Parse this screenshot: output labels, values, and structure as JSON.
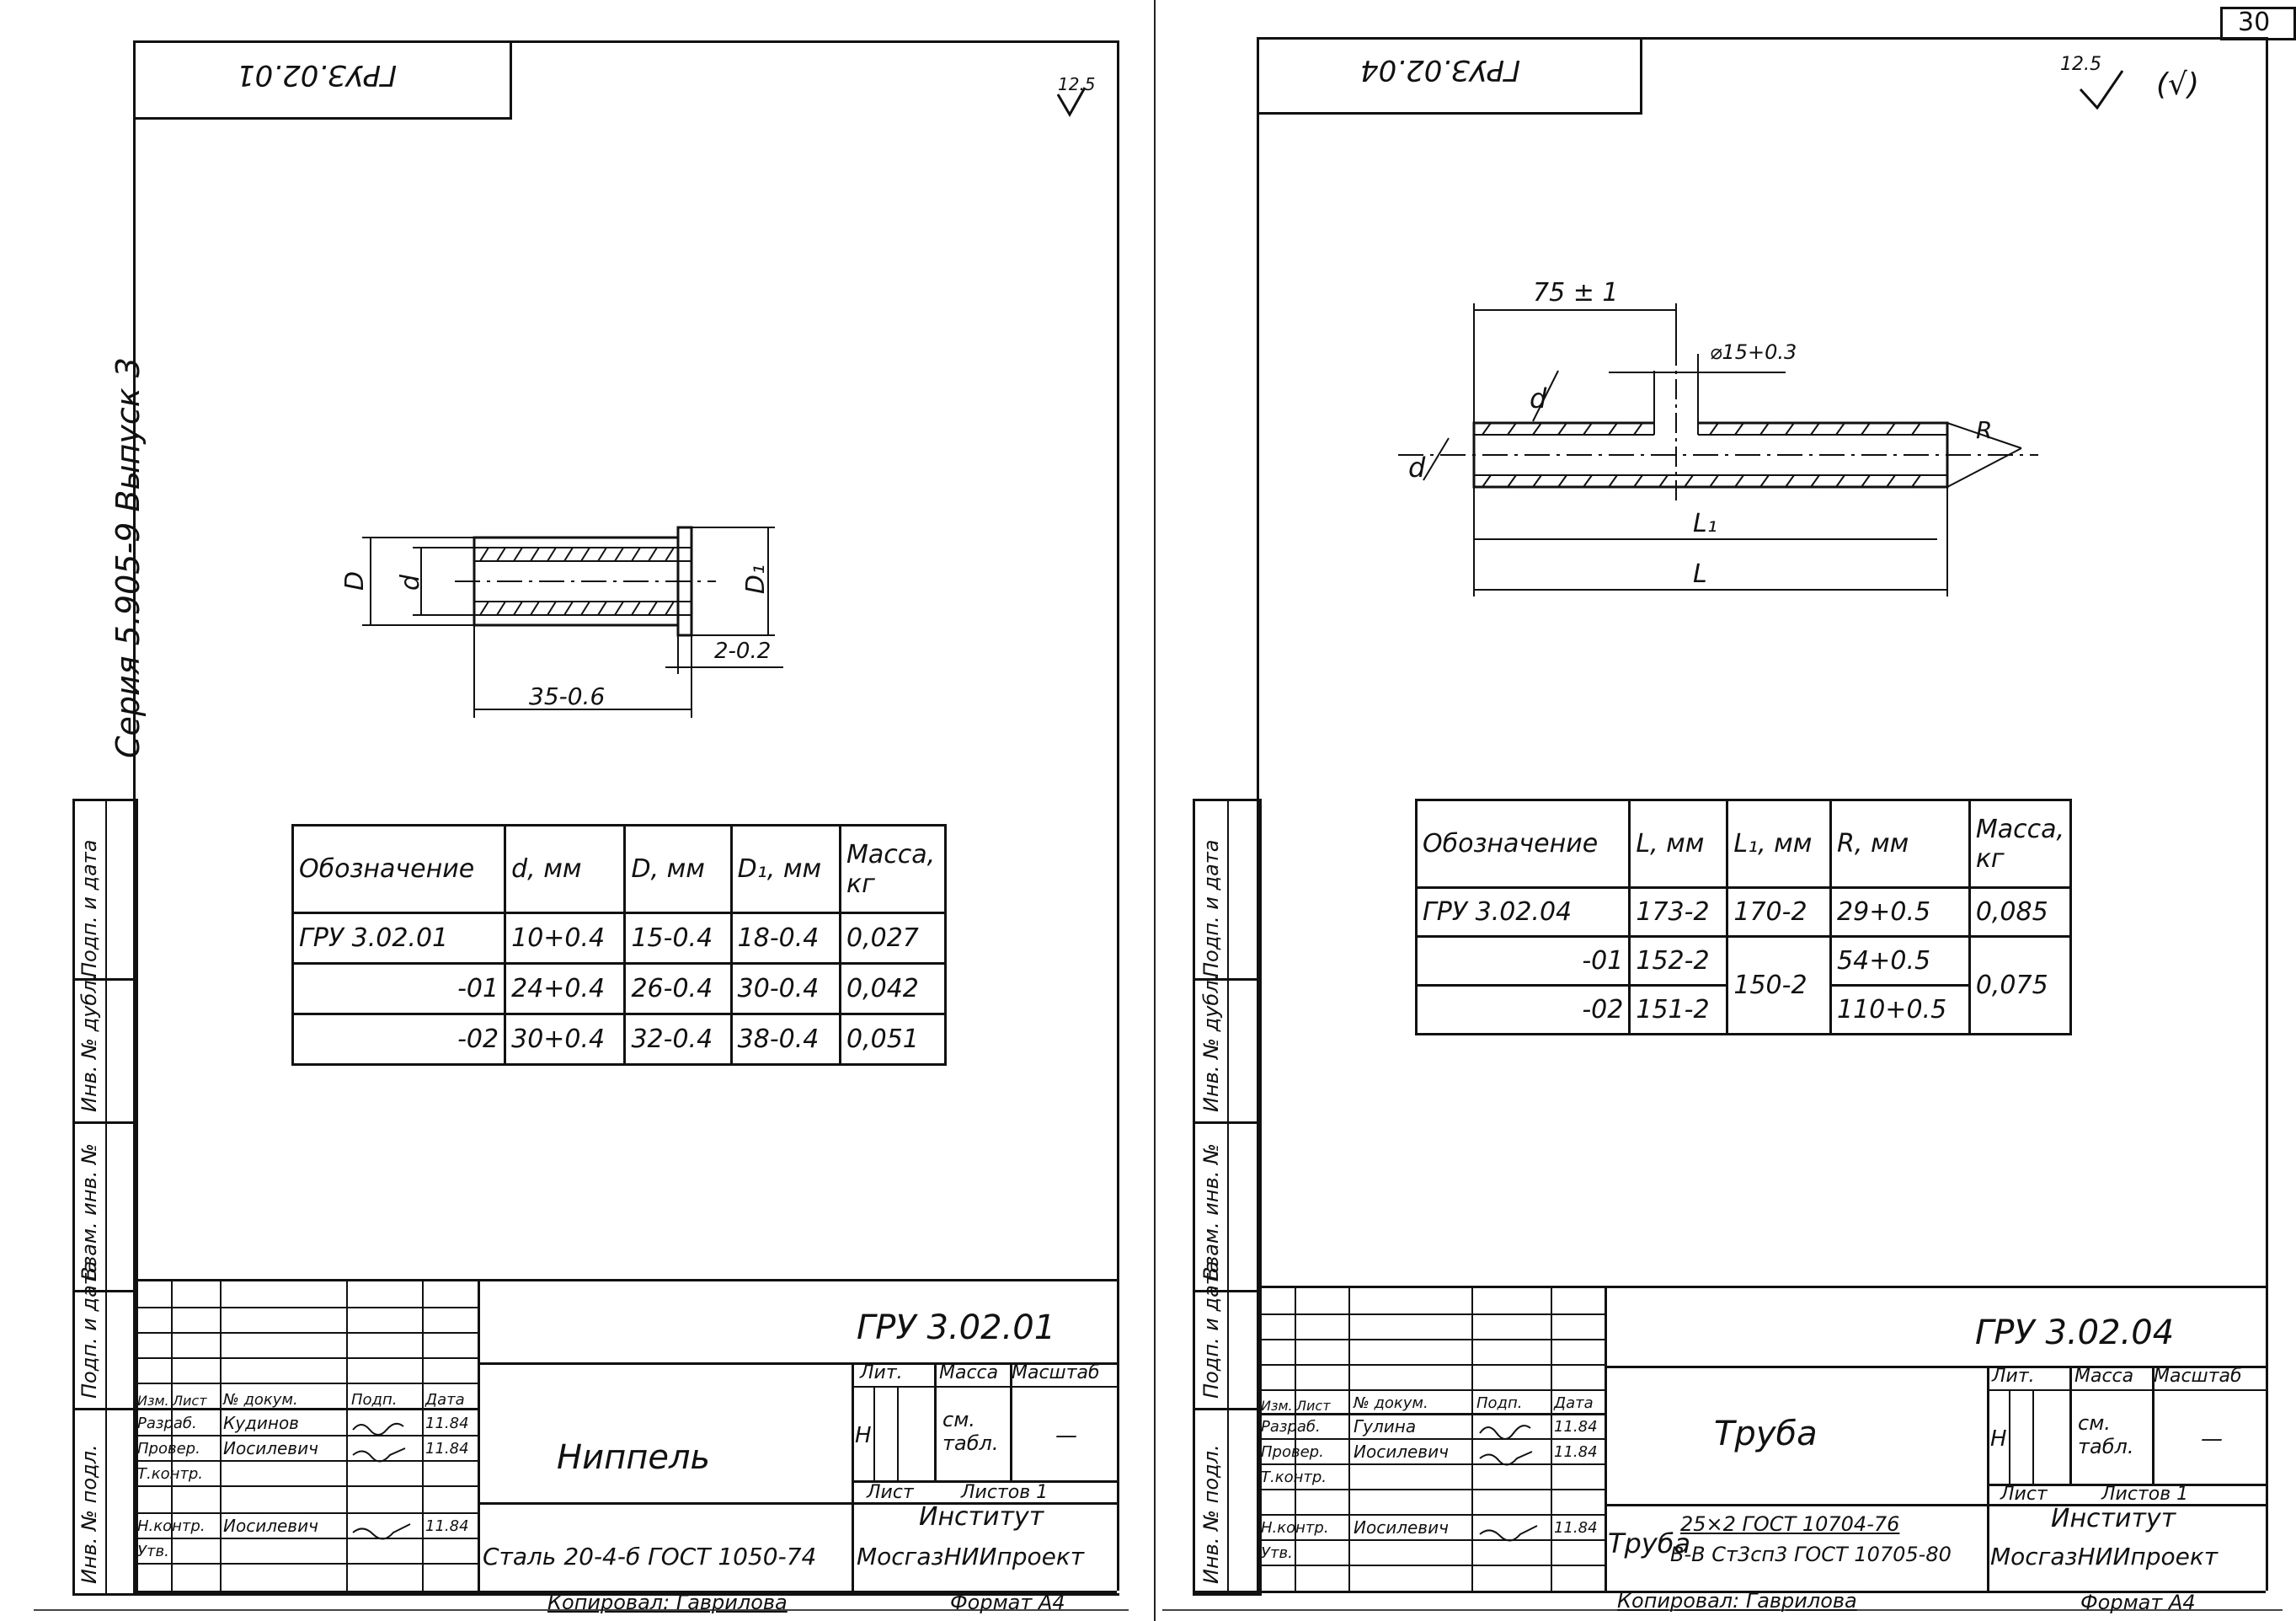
{
  "page_number": "30",
  "series_vertical": "Серия 5.905-9 Выпуск 3",
  "side_labels": [
    "Подп. и дата",
    "Инв. № дубл.",
    "Взам. инв. №",
    "Подп. и дата",
    "Инв. № подл."
  ],
  "left": {
    "top_code_mirrored": "ГРУЗ.02.01",
    "roughness": "12.5",
    "dims": {
      "D": "D",
      "d": "d",
      "D1": "D₁",
      "length": "35-0.6",
      "shoulder": "2-0.2"
    },
    "table": {
      "headers": [
        "Обозначение",
        "d, мм",
        "D, мм",
        "D₁, мм",
        "Масса, кг"
      ],
      "rows": [
        [
          "ГРУ 3.02.01",
          "10+0.4",
          "15-0.4",
          "18-0.4",
          "0,027"
        ],
        [
          "-01",
          "24+0.4",
          "26-0.4",
          "30-0.4",
          "0,042"
        ],
        [
          "-02",
          "30+0.4",
          "32-0.4",
          "38-0.4",
          "0,051"
        ]
      ]
    },
    "stamp": {
      "code": "ГРУ 3.02.01",
      "name": "Ниппель",
      "material": "Сталь 20-4-б ГОСТ 1050-74",
      "lit_label": "Лит.",
      "mass_label": "Масса",
      "scale_label": "Масштаб",
      "lit": "Н",
      "mass": "см. табл.",
      "scale": "—",
      "sheet_label": "Лист",
      "sheets_label": "Листов 1",
      "org1": "Институт",
      "org2": "МосгазНИИпроект",
      "roles": [
        "Изм.",
        "Лист",
        "№ докум.",
        "Подп.",
        "Дата"
      ],
      "people": [
        {
          "role": "Разраб.",
          "name": "Кудинов",
          "date": "11.84"
        },
        {
          "role": "Провер.",
          "name": "Иосилевич",
          "date": "11.84"
        },
        {
          "role": "Т.контр.",
          "name": "",
          "date": ""
        },
        {
          "role": "Н.контр.",
          "name": "Иосилевич",
          "date": "11.84"
        },
        {
          "role": "Утв.",
          "name": "",
          "date": ""
        }
      ],
      "copied": "Копировал: Гаврилова",
      "format": "Формат А4"
    }
  },
  "right": {
    "top_code_mirrored": "ГРУЗ.02.04",
    "roughness": "12.5",
    "roughness_extra": "(√)",
    "dims": {
      "tol75": "75 ± 1",
      "hole": "⌀15+0.3",
      "R": "R",
      "L1": "L₁",
      "L": "L",
      "d": "d"
    },
    "table": {
      "headers": [
        "Обозначение",
        "L, мм",
        "L₁, мм",
        "R, мм",
        "Масса, кг"
      ],
      "rows": [
        [
          "ГРУ 3.02.04",
          "173-2",
          "170-2",
          "29+0.5",
          "0,085"
        ],
        [
          "-01",
          "152-2",
          "150-2",
          "54+0.5",
          "0,075"
        ],
        [
          "-02",
          "151-2",
          "",
          "110+0.5",
          ""
        ]
      ]
    },
    "stamp": {
      "code": "ГРУ 3.02.04",
      "name": "Труба",
      "material_prefix": "Труба",
      "material_top": "25×2 ГОСТ 10704-76",
      "material_bottom": "В-В Ст3сп3 ГОСТ 10705-80",
      "lit_label": "Лит.",
      "mass_label": "Масса",
      "scale_label": "Масштаб",
      "lit": "Н",
      "mass": "см. табл.",
      "scale": "—",
      "sheet_label": "Лист",
      "sheets_label": "Листов 1",
      "org1": "Институт",
      "org2": "МосгазНИИпроект",
      "roles": [
        "Изм.",
        "Лист",
        "№ докум.",
        "Подп.",
        "Дата"
      ],
      "people": [
        {
          "role": "Разраб.",
          "name": "Гулина",
          "date": "11.84"
        },
        {
          "role": "Провер.",
          "name": "Иосилевич",
          "date": "11.84"
        },
        {
          "role": "Т.контр.",
          "name": "",
          "date": ""
        },
        {
          "role": "Н.контр.",
          "name": "Иосилевич",
          "date": "11.84"
        },
        {
          "role": "Утв.",
          "name": "",
          "date": ""
        }
      ],
      "copied": "Копировал: Гаврилова",
      "format": "Формат А4"
    }
  }
}
